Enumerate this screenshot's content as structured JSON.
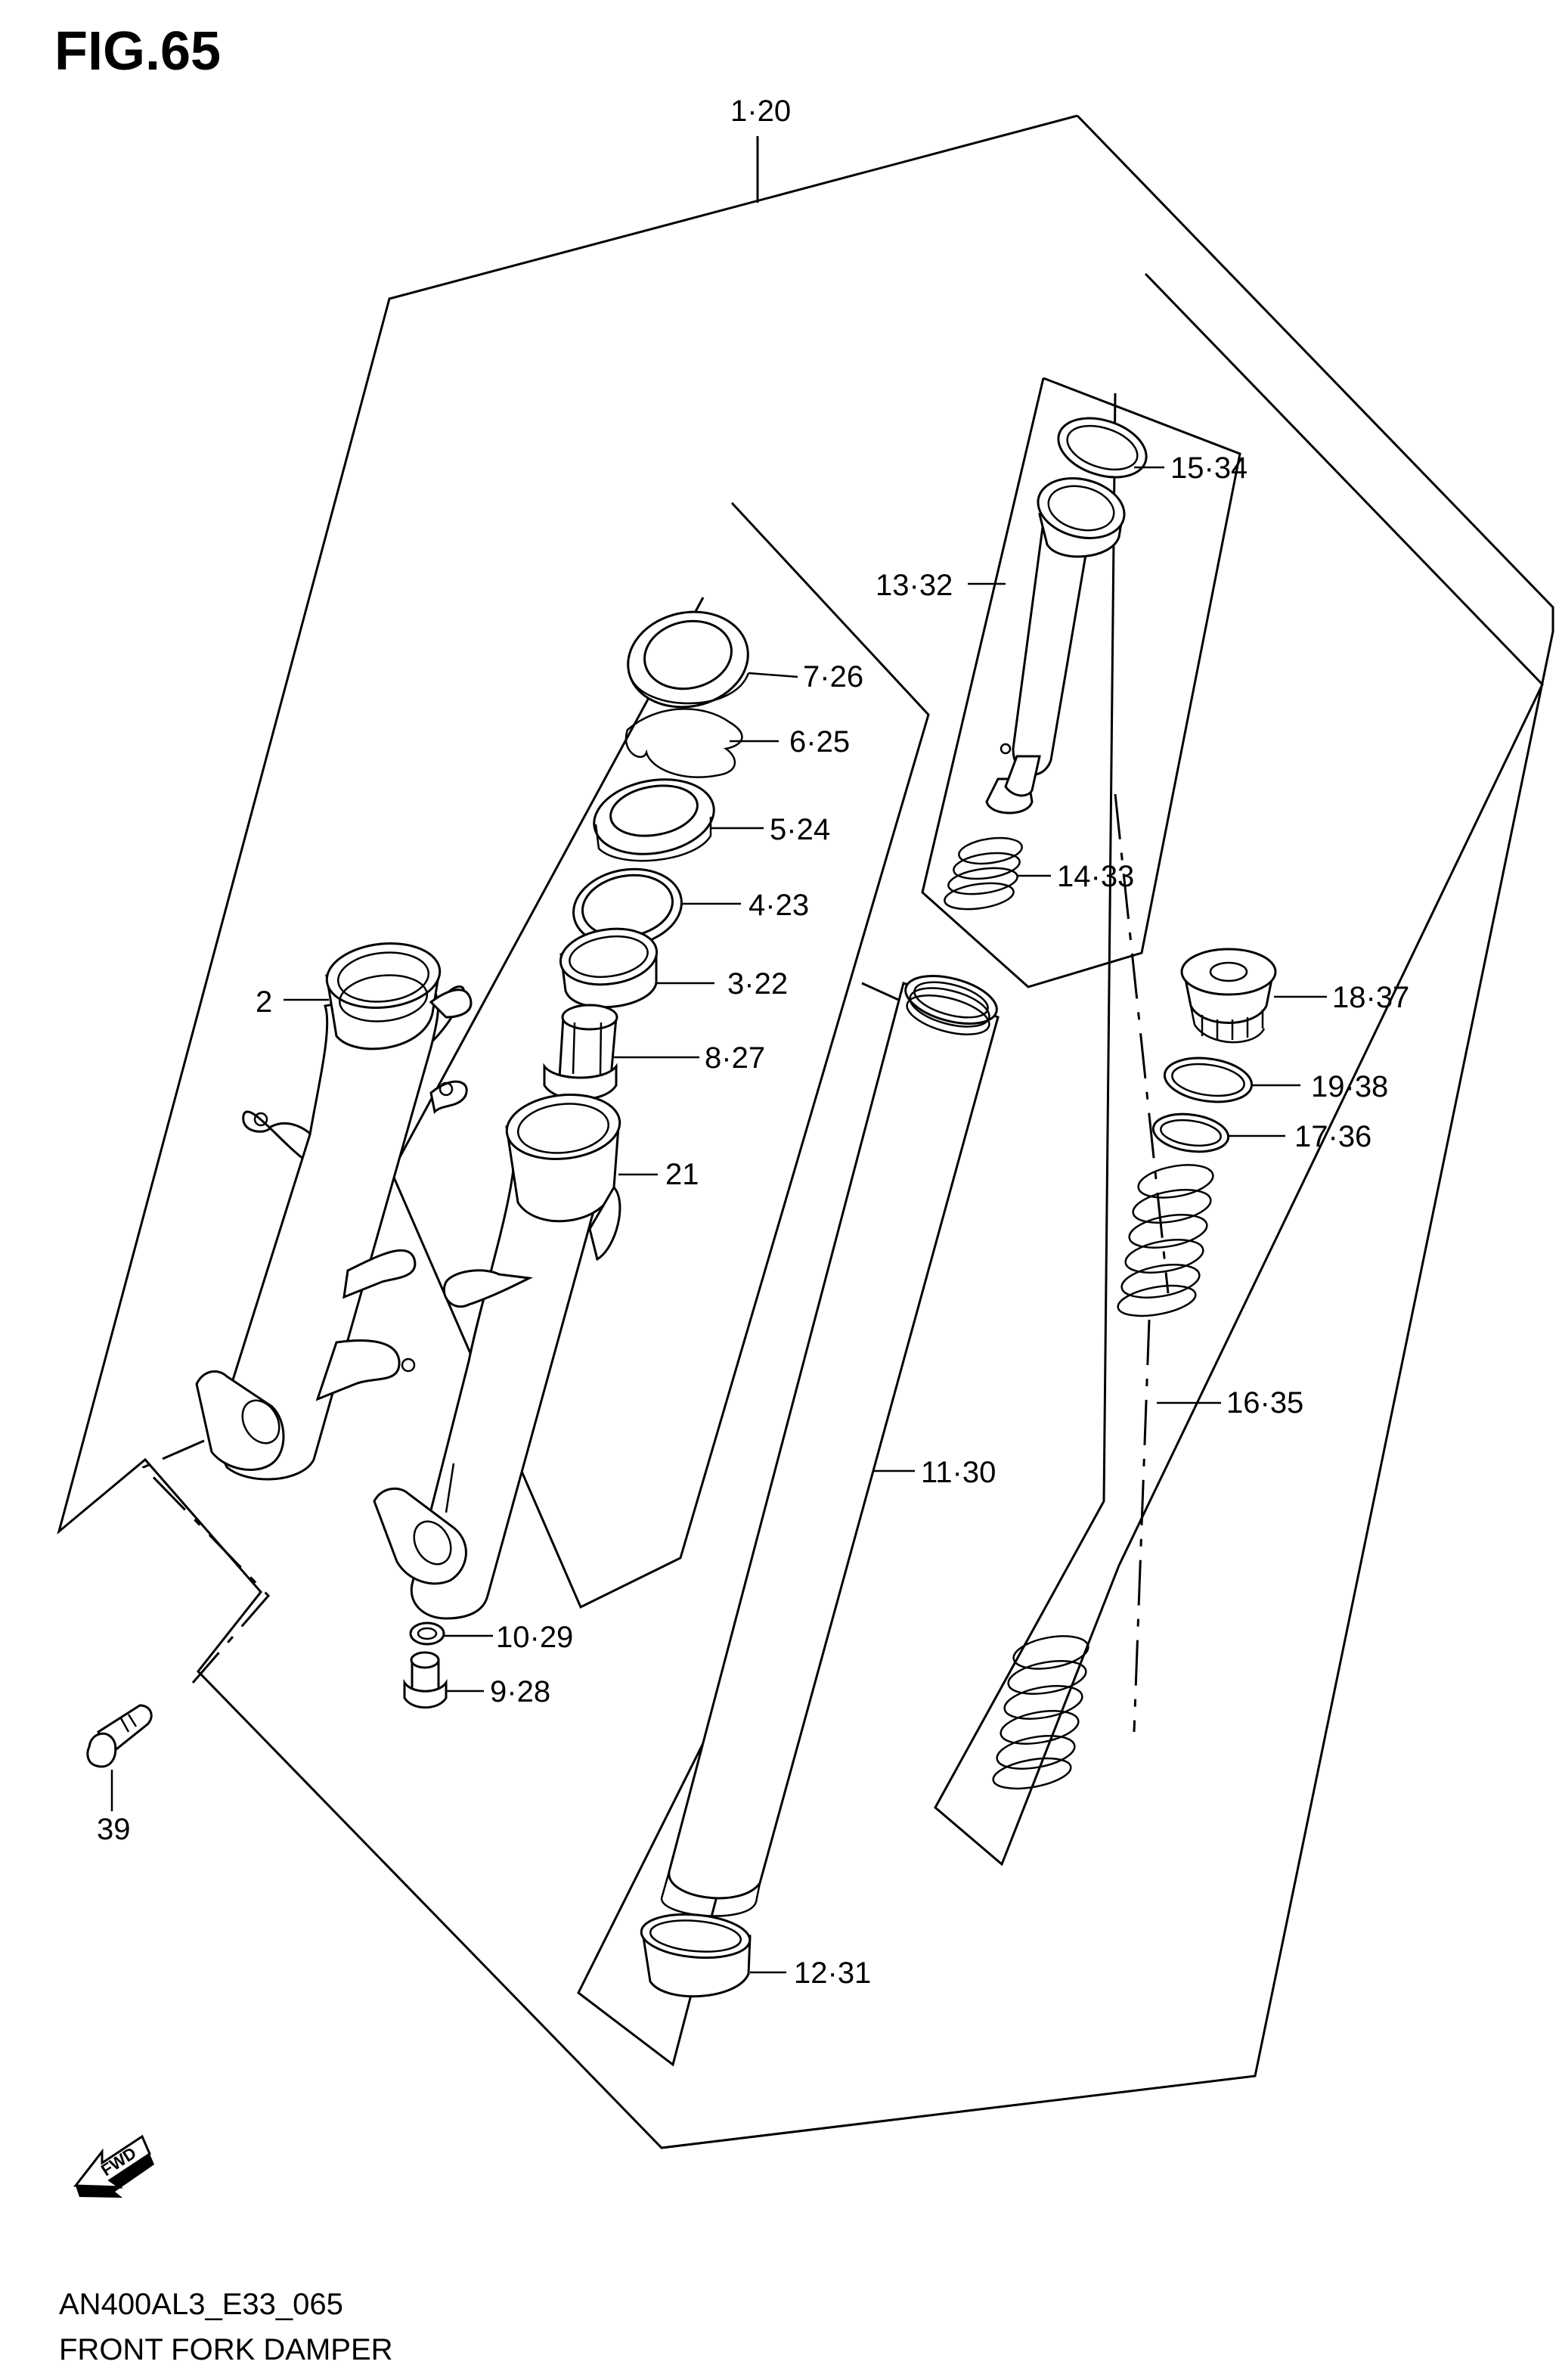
{
  "figure": {
    "title": "FIG.65",
    "model_code": "AN400AL3_E33_065",
    "name": "FRONT FORK DAMPER",
    "fwd_marker": "FWD"
  },
  "callouts": [
    {
      "id": "c-1-20",
      "text": "1·20"
    },
    {
      "id": "c-15-34",
      "text": "15·34"
    },
    {
      "id": "c-13-32",
      "text": "13·32"
    },
    {
      "id": "c-7-26",
      "text": "7·26"
    },
    {
      "id": "c-6-25",
      "text": "6·25"
    },
    {
      "id": "c-5-24",
      "text": "5·24"
    },
    {
      "id": "c-4-23",
      "text": "4·23"
    },
    {
      "id": "c-3-22",
      "text": "3·22"
    },
    {
      "id": "c-14-33",
      "text": "14·33"
    },
    {
      "id": "c-2",
      "text": "2"
    },
    {
      "id": "c-8-27",
      "text": "8·27"
    },
    {
      "id": "c-18-37",
      "text": "18·37"
    },
    {
      "id": "c-21",
      "text": "21"
    },
    {
      "id": "c-19-38",
      "text": "19·38"
    },
    {
      "id": "c-17-36",
      "text": "17·36"
    },
    {
      "id": "c-16-35",
      "text": "16·35"
    },
    {
      "id": "c-11-30",
      "text": "11·30"
    },
    {
      "id": "c-10-29",
      "text": "10·29"
    },
    {
      "id": "c-9-28",
      "text": "9·28"
    },
    {
      "id": "c-39",
      "text": "39"
    },
    {
      "id": "c-12-31",
      "text": "12·31"
    }
  ]
}
